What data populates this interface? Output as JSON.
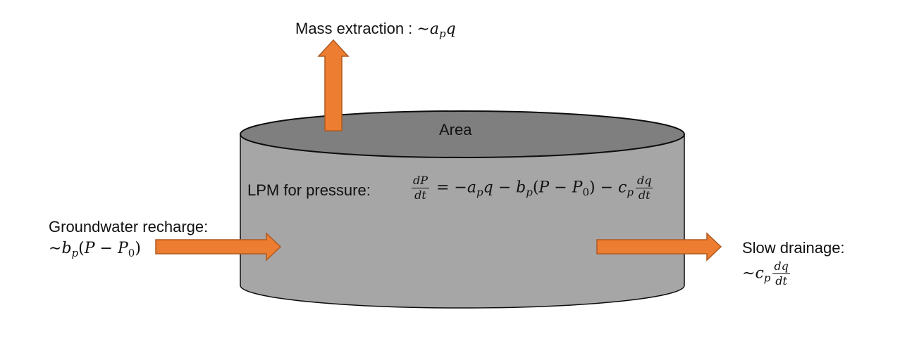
{
  "colors": {
    "cylinder_body": "#a6a6a6",
    "cylinder_top": "#7f7f7f",
    "outline": "#0d0d0d",
    "arrow_fill": "#ed7d31",
    "arrow_stroke": "#ae5a21",
    "text": "#111111"
  },
  "icons": {
    "extraction": "arrow-up-icon",
    "recharge": "arrow-right-icon",
    "drainage": "arrow-right-icon"
  },
  "labels": {
    "mass_extraction": {
      "text": "Mass extraction : ",
      "tilde": "∼",
      "coef": "a",
      "coef_sub": "p",
      "var": "q"
    },
    "area": "Area",
    "lpm": {
      "text": "LPM for pressure:",
      "lhs_num": "dP",
      "lhs_den": "dt",
      "eq": " = −",
      "a": "a",
      "a_sub": "p",
      "q": "q",
      "minus_b": " − ",
      "b": "b",
      "b_sub": "p",
      "paren_open": "(",
      "P": "P",
      "minus_p0": " − ",
      "P0": "P",
      "P0_sub": "0",
      "paren_close": ")",
      "minus_c": " − ",
      "c": "c",
      "c_sub": "p",
      "rhs_num": "dq",
      "rhs_den": "dt"
    },
    "groundwater": {
      "text": "Groundwater recharge:",
      "tilde": "∼",
      "b": "b",
      "b_sub": "p",
      "paren_open": "(",
      "P": "P",
      "minus": " − ",
      "P0": "P",
      "P0_sub": "0",
      "paren_close": ")"
    },
    "drainage": {
      "text": "Slow drainage:",
      "tilde": "∼",
      "c": "c",
      "c_sub": "p",
      "num": "dq",
      "den": "dt"
    }
  }
}
